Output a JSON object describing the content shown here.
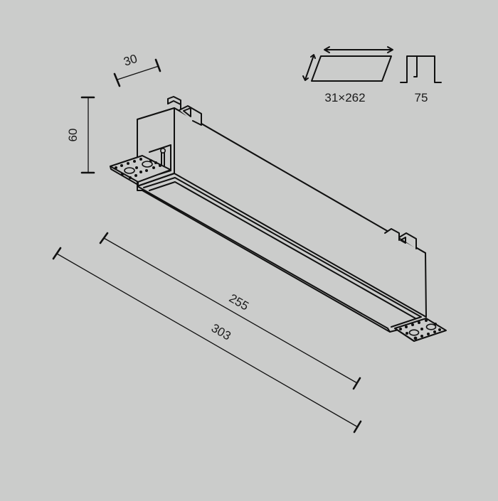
{
  "drawing": {
    "subject": "recessed linear track light module",
    "background": "#cbcccb",
    "line_color": "#111111"
  },
  "dimensions": {
    "width": "30",
    "height": "60",
    "inner_length": "255",
    "total_length": "303"
  },
  "cutout": {
    "label": "31×262",
    "depth_label": "75"
  }
}
